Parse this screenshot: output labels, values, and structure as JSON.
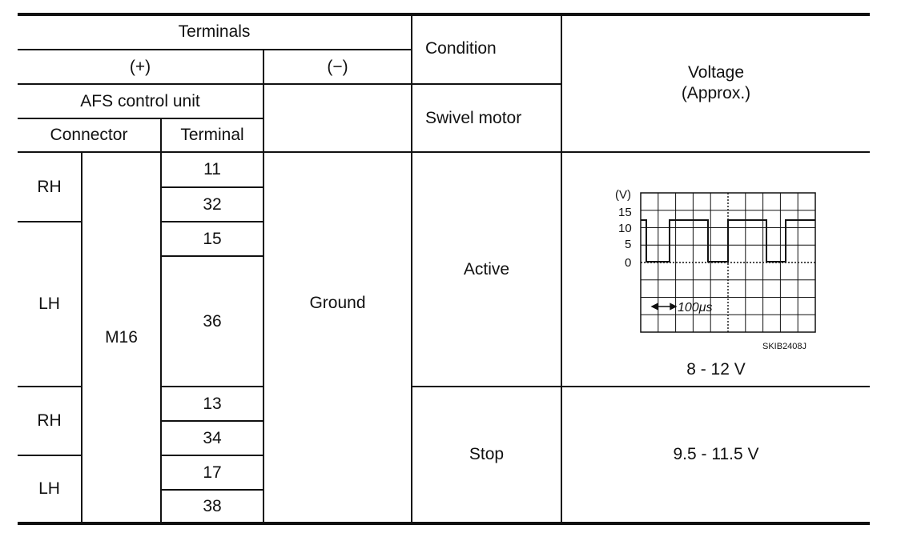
{
  "header": {
    "terminals": "Terminals",
    "plus": "(+)",
    "minus": "(−)",
    "condition": "Condition",
    "voltage_line1": "Voltage",
    "voltage_line2": "(Approx.)",
    "afs_control_unit": "AFS control unit",
    "swivel_motor": "Swivel motor",
    "connector": "Connector",
    "terminal": "Terminal"
  },
  "body": {
    "connector_value": "M16",
    "ground": "Ground",
    "rows": [
      {
        "side": "RH",
        "terminals": [
          "11",
          "32"
        ]
      },
      {
        "side": "LH",
        "terminals": [
          "15",
          "36"
        ]
      },
      {
        "side": "RH",
        "terminals": [
          "13",
          "34"
        ]
      },
      {
        "side": "LH",
        "terminals": [
          "17",
          "38"
        ]
      }
    ],
    "conditions": [
      "Active",
      "Stop"
    ],
    "voltages": [
      "8 - 12 V",
      "9.5 - 11.5 V"
    ]
  },
  "scope": {
    "unit_label": "(V)",
    "y_ticks": [
      "15",
      "10",
      "5",
      "0"
    ],
    "time_label": "100μs",
    "figure_code": "SKIB2408J"
  }
}
